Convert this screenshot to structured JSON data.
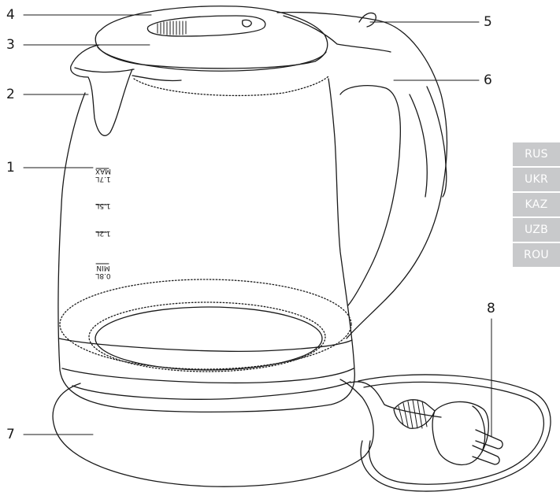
{
  "colors": {
    "line": "#1a1a1a",
    "lang_tab_bg": "#c8c9cb",
    "lang_tab_text": "#ffffff"
  },
  "callouts": [
    "1",
    "2",
    "3",
    "4",
    "5",
    "6",
    "7",
    "8"
  ],
  "scale_marks": [
    {
      "top": "1.7L",
      "bottom": "MAX"
    },
    {
      "top": "1.5L",
      "bottom": ""
    },
    {
      "top": "1.2L",
      "bottom": ""
    },
    {
      "top": "0.8L",
      "bottom": "MIN"
    }
  ],
  "language_tabs": [
    "RUS",
    "UKR",
    "KAZ",
    "UZB",
    "ROU"
  ]
}
